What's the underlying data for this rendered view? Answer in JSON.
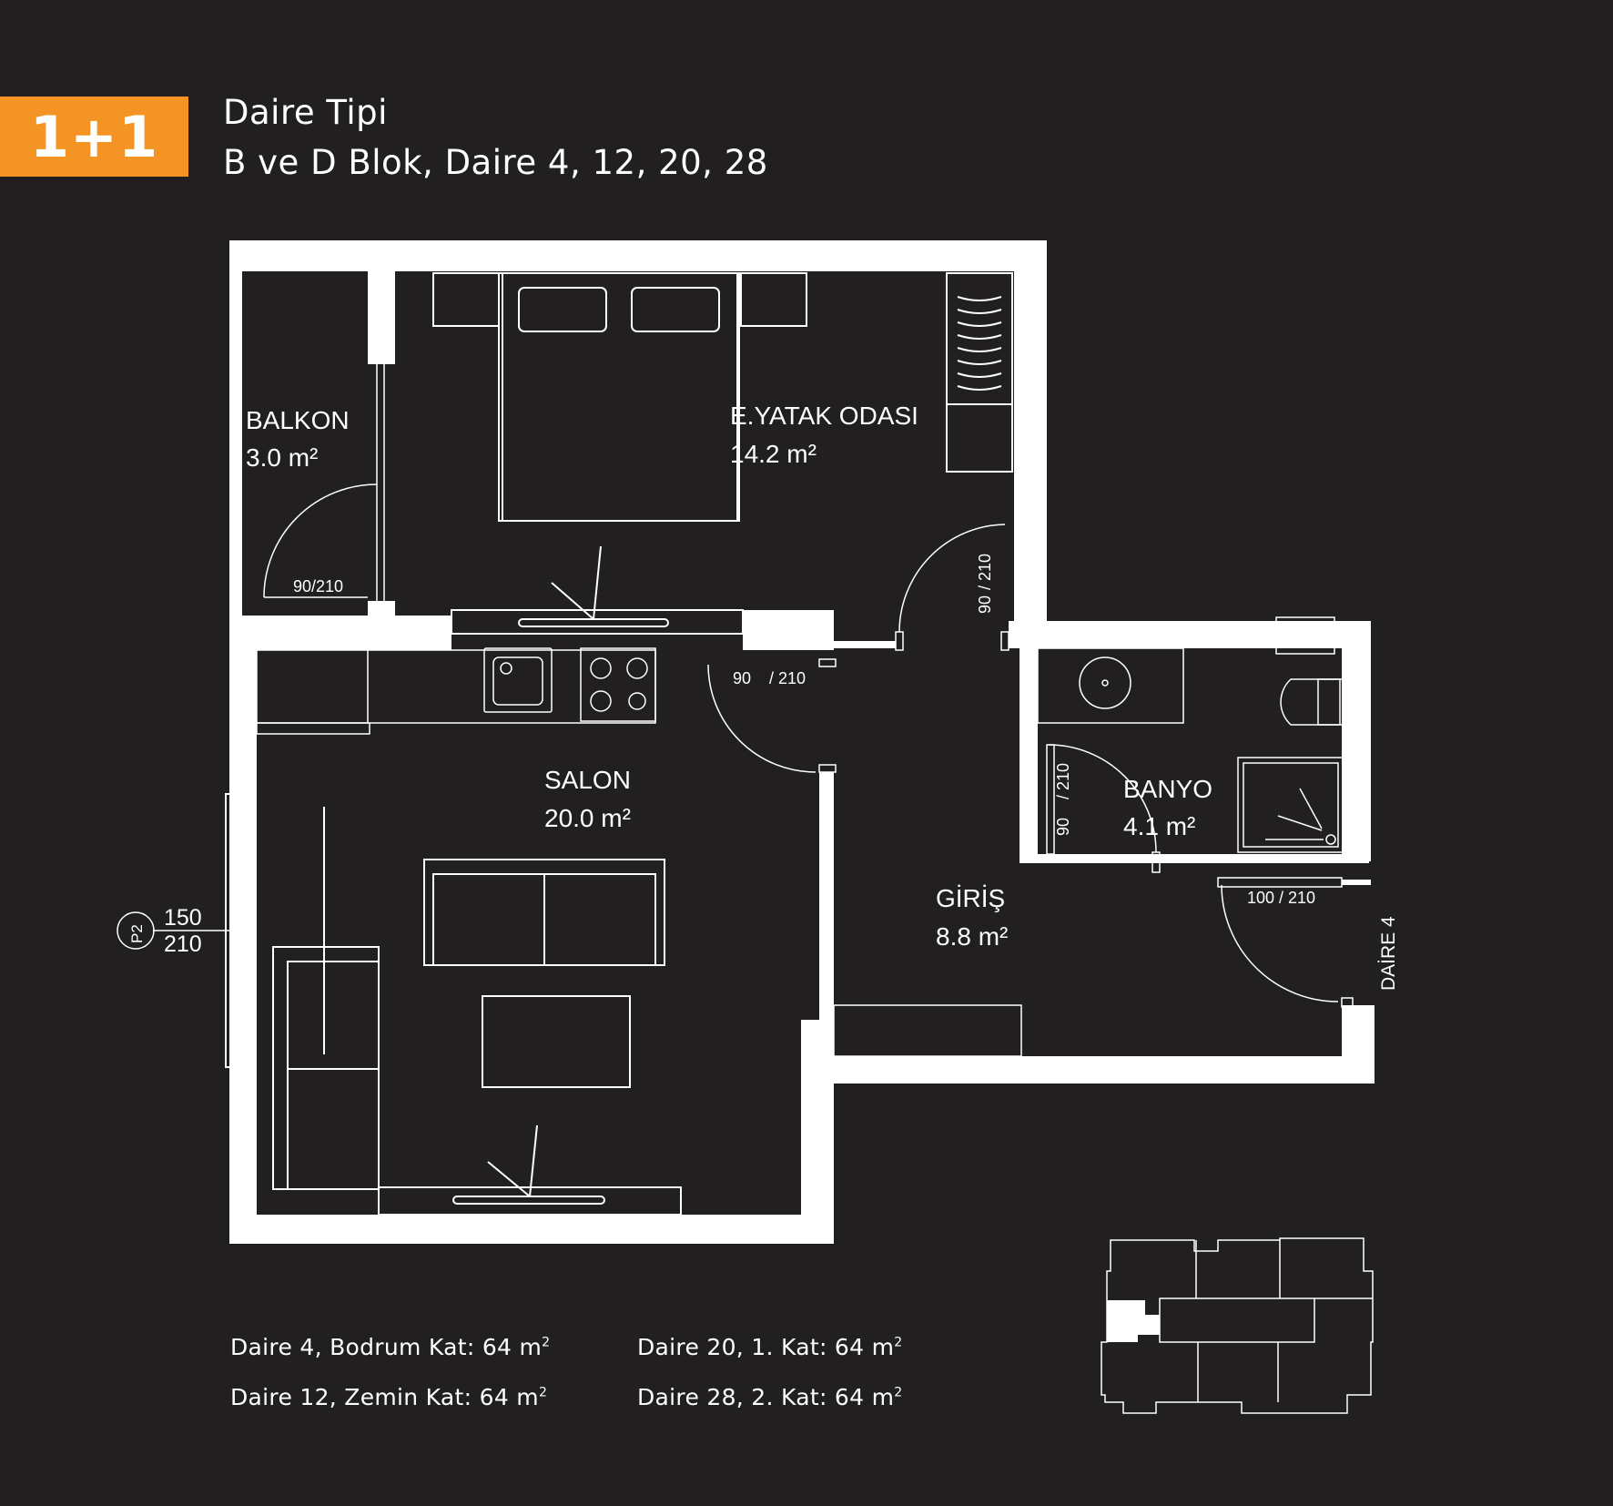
{
  "header": {
    "type_badge": "1+1",
    "title_line1": "Daire Tipi",
    "title_line2": "B ve D Blok, Daire 4, 12, 20, 28"
  },
  "rooms": {
    "balkon": {
      "name": "BALKON",
      "area": "3.0 m²"
    },
    "yatak": {
      "name": "E.YATAK ODASI",
      "area": "14.2 m²"
    },
    "salon": {
      "name": "SALON",
      "area": "20.0 m²"
    },
    "giris": {
      "name": "GİRİŞ",
      "area": "8.8 m²"
    },
    "banyo": {
      "name": "BANYO",
      "area": "4.1 m²"
    }
  },
  "doors": {
    "balkon": "90/210",
    "yatak_a": "90",
    "yatak_b": "/ 210",
    "salon_a": "90",
    "salon_b": "/ 210",
    "banyo_a": "90",
    "banyo_b": "/ 210",
    "entry": "100  / 210"
  },
  "window": {
    "code": "P2",
    "width": "150",
    "height": "210"
  },
  "entrance_label": "DAİRE 4",
  "units": [
    {
      "label": "Daire 4, Bodrum Kat: 64 m",
      "sup": "2"
    },
    {
      "label": "Daire 12, Zemin Kat: 64 m",
      "sup": "2"
    },
    {
      "label": "Daire 20, 1. Kat: 64 m",
      "sup": "2"
    },
    {
      "label": "Daire 28, 2. Kat: 64 m",
      "sup": "2"
    }
  ],
  "colors": {
    "accent": "#f39424",
    "background": "#221f20",
    "wall": "#ffffff"
  }
}
